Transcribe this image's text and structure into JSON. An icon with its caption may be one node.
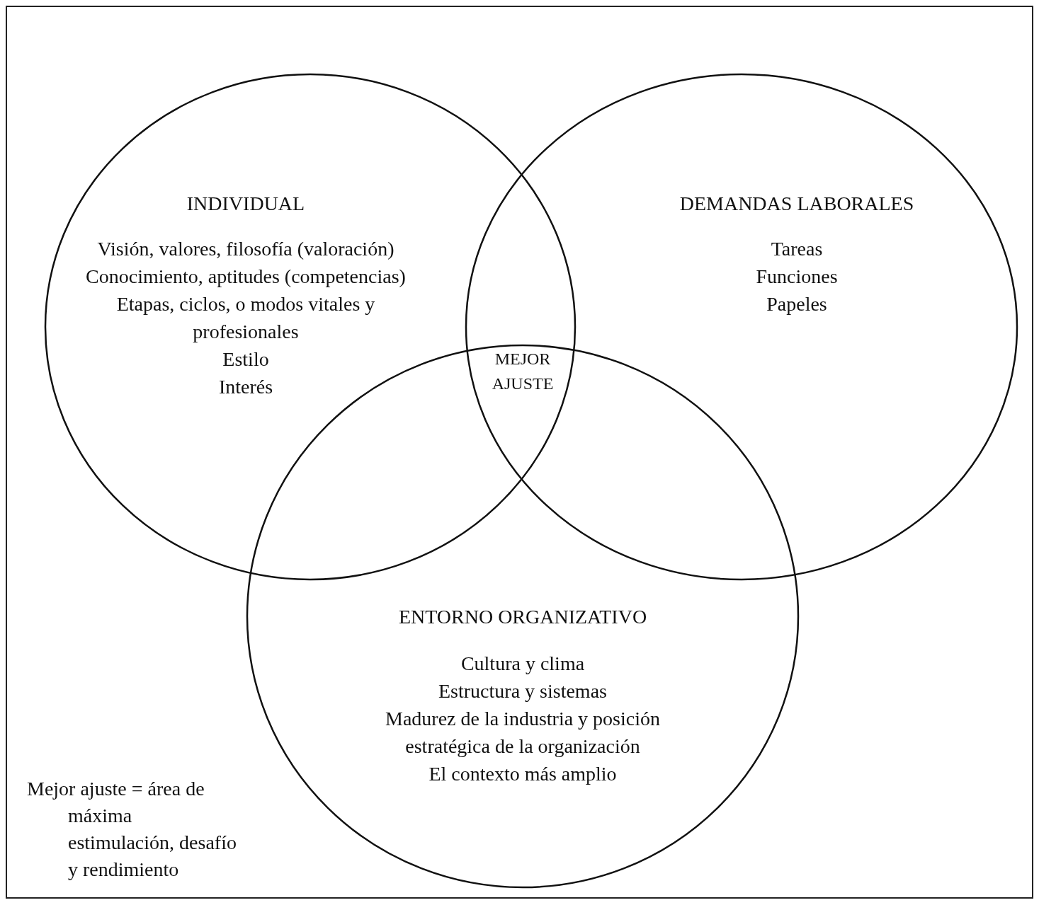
{
  "diagram": {
    "nodes": [
      {
        "text": [
          "INDIVIDUAL",
          "Visión, valores, filosofía (valoración)",
          "Conocimiento, aptitudes (competencias)",
          "Etapas, ciclos, o modos vitales y profesionales",
          "Estilo",
          "Interés"
        ]
      },
      {
        "text": [
          "DEMANDAS LABORALES",
          "Tareas",
          "Funciones",
          "Papeles"
        ]
      },
      {
        "text": [
          "ENTORNO ORGANIZATIVO",
          "Cultura y clima",
          "Estructura y sistemas",
          "Madurez de la industria y posición estratégica de la organización",
          "El contexto más amplio"
        ]
      }
    ],
    "labels": [
      "MEJOR AJUSTE",
      "Mejor ajuste = área de máxima estimulación, desafío y rendimiento"
    ]
  }
}
